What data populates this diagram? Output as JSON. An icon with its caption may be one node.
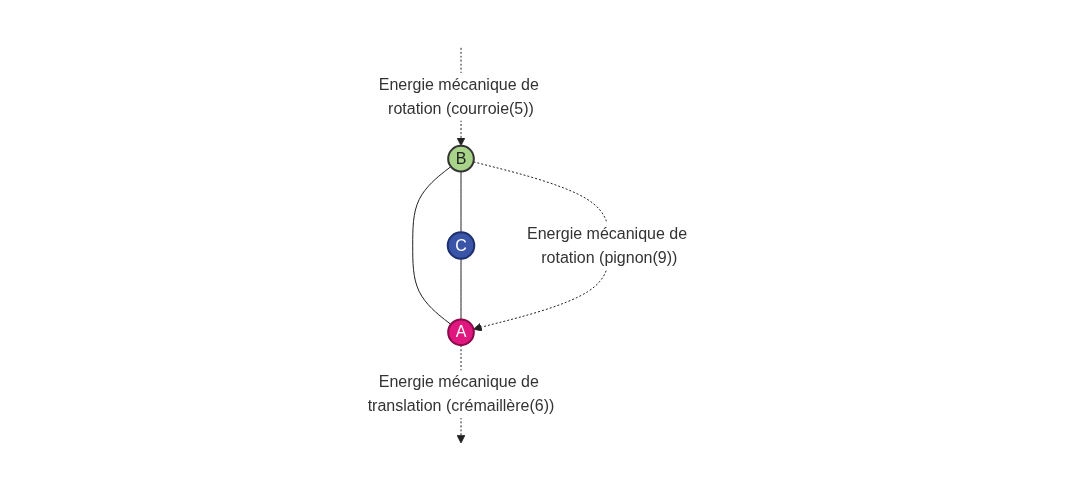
{
  "diagram": {
    "nodes": [
      {
        "text": [
          "B"
        ]
      },
      {
        "text": [
          "C"
        ]
      },
      {
        "text": [
          "A"
        ]
      }
    ],
    "edges": [
      {
        "from": null,
        "to": 0,
        "arrow": "to",
        "style": "dashed",
        "label": "Energie mécanique de rotation (courroie(5))"
      },
      {
        "from": 0,
        "to": 1,
        "arrow": "none"
      },
      {
        "from": 0,
        "to": 2,
        "arrow": "none"
      },
      {
        "from": 1,
        "to": 2,
        "arrow": "none"
      },
      {
        "from": 0,
        "to": 2,
        "arrow": "to",
        "style": "dashed",
        "label": "Energie mécanique de rotation (pignon(9))"
      },
      {
        "from": 2,
        "to": null,
        "arrow": "to",
        "style": "dashed",
        "label": "Energie mécanique de translation (crémaillère(6))"
      }
    ]
  }
}
